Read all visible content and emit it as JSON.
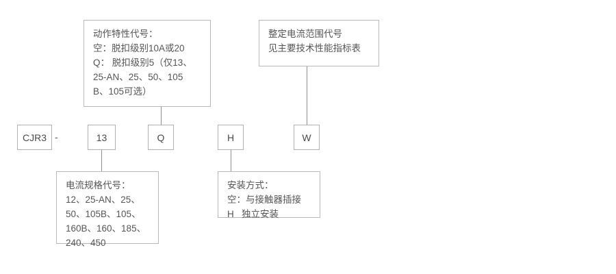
{
  "diagram": {
    "title": "CJR3 型号命名规则图",
    "border_color": "#b8b8b8",
    "text_color": "#555555",
    "line_color": "#8e8e8e",
    "background": "#ffffff"
  },
  "code_boxes": [
    {
      "id": "series",
      "label": "CJR3"
    },
    {
      "id": "current-rating",
      "label": "13"
    },
    {
      "id": "action-characteristic",
      "label": "Q"
    },
    {
      "id": "mounting-type",
      "label": "H"
    },
    {
      "id": "setting-current-range",
      "label": "W"
    }
  ],
  "separator": "-",
  "notes": {
    "action_characteristic": {
      "heading": "动作特性代号：",
      "lines": [
        "空：脱扣级别10A或20",
        "Q： 脱扣级别5（仅13、",
        "25-AN、25、50、105",
        "B、105可选）"
      ],
      "text": "动作特性代号：\n空：脱扣级别10A或20\nQ： 脱扣级别5（仅13、\n25-AN、25、50、105\nB、105可选）"
    },
    "setting_current_range": {
      "heading": "整定电流范围代号",
      "lines": [
        "见主要技术性能指标表"
      ],
      "text": "整定电流范围代号\n见主要技术性能指标表"
    },
    "current_rating": {
      "heading": "电流规格代号：",
      "lines": [
        "12、25-AN、25、",
        "50、105B、105、",
        "160B、160、185、",
        "240、450"
      ],
      "text": "电流规格代号：\n12、25-AN、25、\n50、105B、105、\n160B、160、185、\n240、450"
    },
    "mounting_type": {
      "heading": "安装方式：",
      "lines": [
        "空：与接触器插接",
        "H   独立安装"
      ],
      "text": "安装方式：\n空：与接触器插接\nH   独立安装"
    }
  }
}
